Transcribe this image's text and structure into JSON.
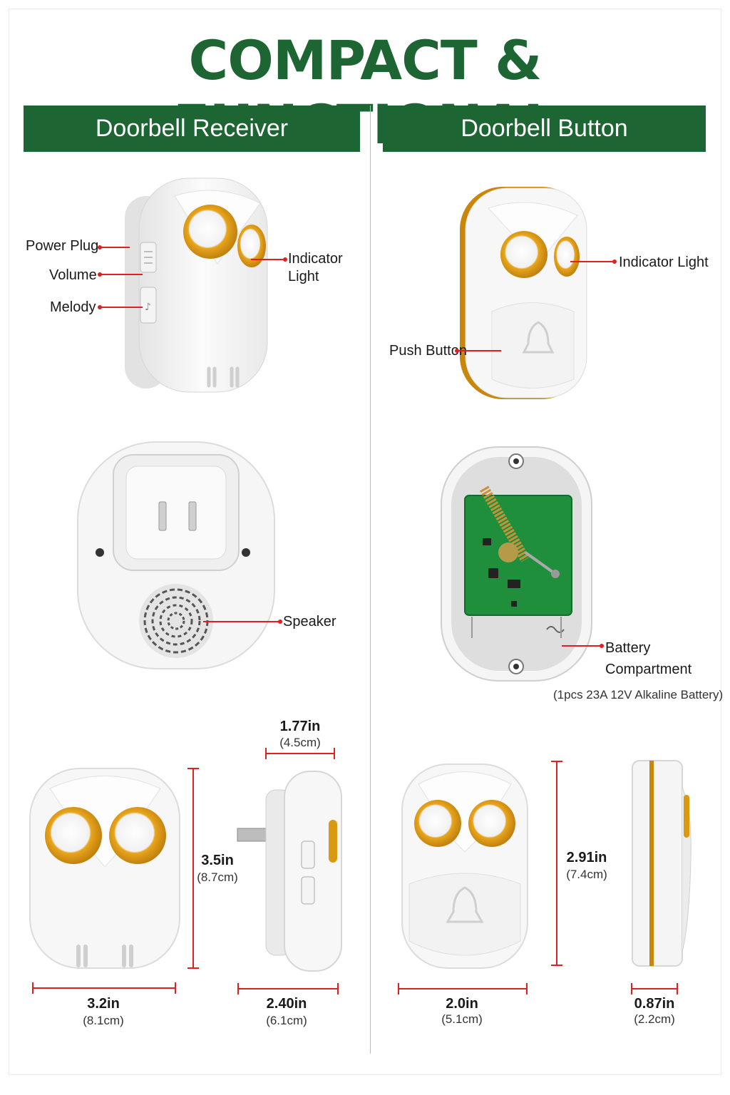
{
  "title": "COMPACT & FUNCTIONAL",
  "sections": {
    "receiver": "Doorbell Receiver",
    "button": "Doorbell Button"
  },
  "receiver_labels": {
    "power_plug": "Power Plug",
    "volume": "Volume",
    "melody": "Melody",
    "indicator_line1": "Indicator",
    "indicator_line2": "Light",
    "speaker": "Speaker"
  },
  "button_labels": {
    "indicator": "Indicator Light",
    "push_button": "Push Button",
    "battery_line1": "Battery",
    "battery_line2": "Compartment",
    "battery_note": "(1pcs 23A 12V Alkaline Battery)"
  },
  "dimensions": {
    "receiver_depth": {
      "in": "1.77in",
      "cm": "(4.5cm)"
    },
    "receiver_height": {
      "in": "3.5in",
      "cm": "(8.7cm)"
    },
    "receiver_width": {
      "in": "3.2in",
      "cm": "(8.1cm)"
    },
    "receiver_side_width": {
      "in": "2.40in",
      "cm": "(6.1cm)"
    },
    "button_height": {
      "in": "2.91in",
      "cm": "(7.4cm)"
    },
    "button_width": {
      "in": "2.0in",
      "cm": "(5.1cm)"
    },
    "button_depth": {
      "in": "0.87in",
      "cm": "(2.2cm)"
    }
  },
  "colors": {
    "brand_green": "#1d6633",
    "leader_red": "#e02020",
    "eye_gold": "#d99a12",
    "body_white": "#f7f7f7",
    "pcb_green": "#1f8f3c"
  }
}
